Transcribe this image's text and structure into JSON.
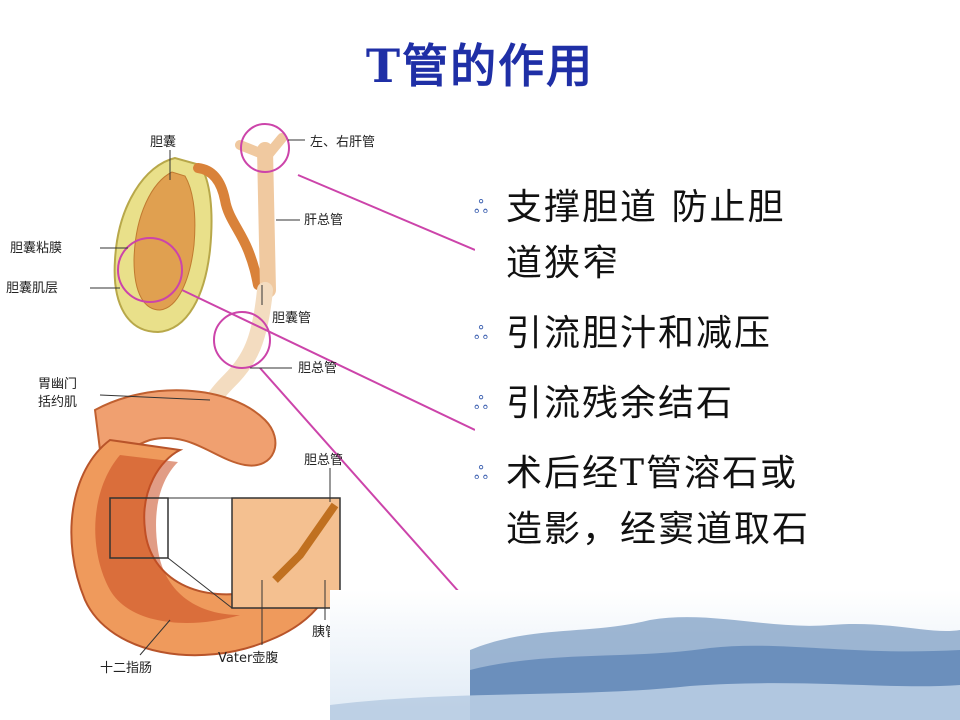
{
  "title": "T管的作用",
  "diagram": {
    "labels": {
      "gallbladder": "胆囊",
      "hepatic_ducts": "左、右肝管",
      "mucosa": "胆囊粘膜",
      "muscle": "胆囊肌层",
      "common_hepatic": "肝总管",
      "cystic_duct": "胆囊管",
      "common_bile": "胆总管",
      "pylorus_1": "胃幽门",
      "pylorus_2": "括约肌",
      "common_bile_2": "胆总管",
      "pancreatic": "胰管",
      "duodenum": "十二指肠",
      "vater": "Vater壶腹"
    }
  },
  "bullets": [
    {
      "line1": "支撑胆道  防止胆",
      "line2": "道狭窄"
    },
    {
      "line1": "引流胆汁和减压",
      "line2": ""
    },
    {
      "line1": "引流残余结石",
      "line2": ""
    },
    {
      "line1": "术后经T管溶石或",
      "line2": "造影，经窦道取石"
    }
  ],
  "colors": {
    "title": "#1f2fa6",
    "callout": "#cc44aa",
    "bullet_mark": "#3b5fb0"
  }
}
